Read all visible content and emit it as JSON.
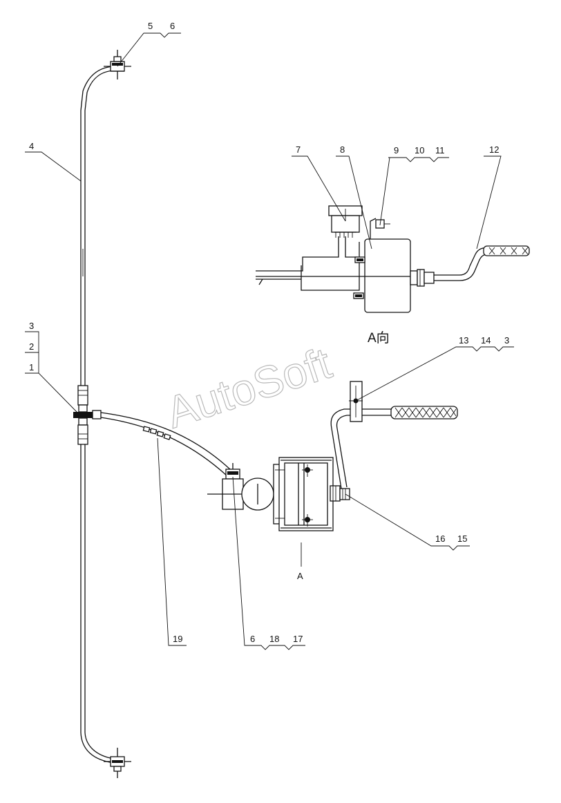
{
  "callouts": {
    "c5": "5",
    "c6a": "6",
    "c4": "4",
    "c7": "7",
    "c8": "8",
    "c9": "9",
    "c10": "10",
    "c11": "11",
    "c12": "12",
    "c3a": "3",
    "c2": "2",
    "c1": "1",
    "c13": "13",
    "c14": "14",
    "c3b": "3",
    "c16": "16",
    "c15": "15",
    "c19": "19",
    "c6b": "6",
    "c18": "18",
    "c17": "17"
  },
  "view_label": "A向",
  "section_label": "A",
  "watermark": "AutoSoft"
}
